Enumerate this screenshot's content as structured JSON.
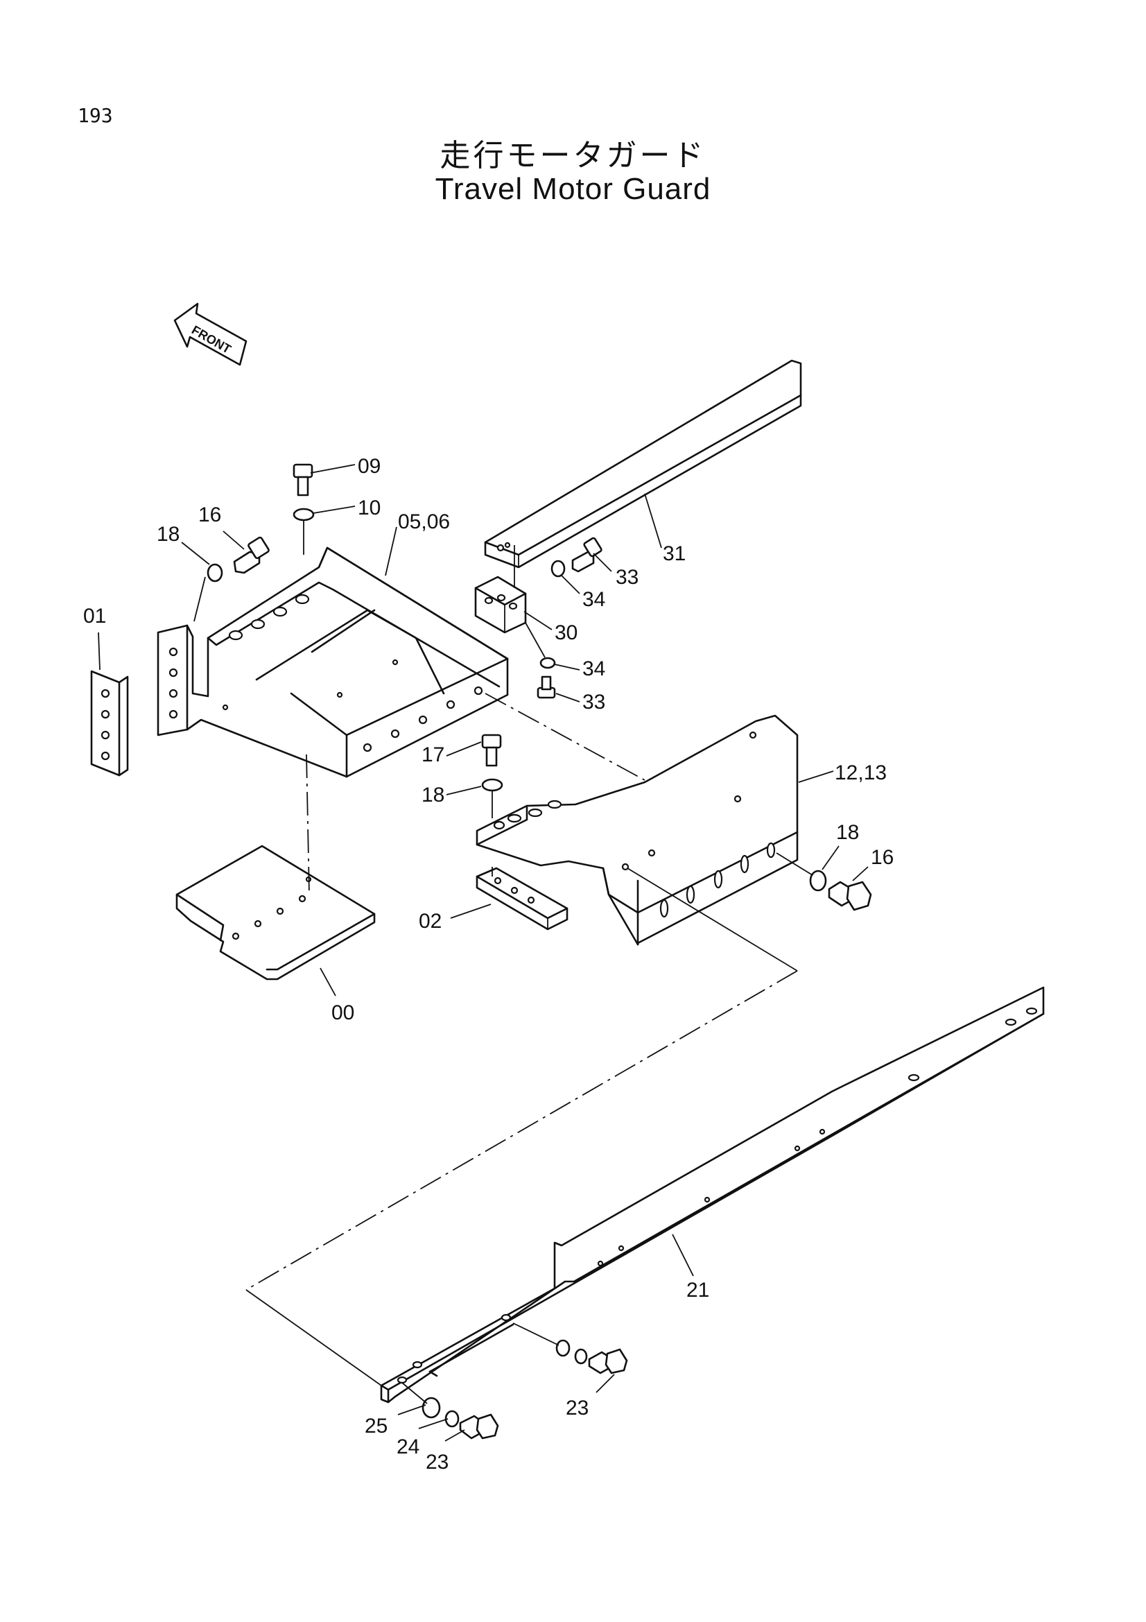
{
  "page_number": "193",
  "title_jp": "走行モータガード",
  "title_en": "Travel Motor Guard",
  "front_label": "FRONT",
  "callouts": {
    "c09": "09",
    "c10": "10",
    "c16a": "16",
    "c18a": "18",
    "c0506": "05,06",
    "c31": "31",
    "c33a": "33",
    "c34a": "34",
    "c30": "30",
    "c34b": "34",
    "c33b": "33",
    "c01": "01",
    "c17": "17",
    "c18b": "18",
    "c1213": "12,13",
    "c18c": "18",
    "c16b": "16",
    "c02": "02",
    "c00": "00",
    "c21": "21",
    "c23a": "23",
    "c25": "25",
    "c24": "24",
    "c23b": "23"
  }
}
